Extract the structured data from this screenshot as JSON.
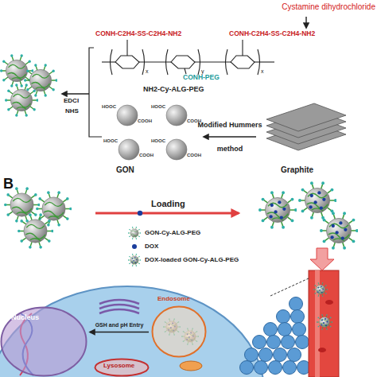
{
  "diagram": {
    "nodes": [
      {
        "text": [
          "Cystamine dihydrochloride"
        ]
      },
      {
        "text": [
          "CONH-C2H4-SS-C2H4-NH2",
          "CONH-C2H4-SS-C2H4-NH2",
          "CONH-PEG",
          "NH2-Cy-ALG-PEG"
        ]
      },
      {
        "text": [
          "GON"
        ]
      },
      {
        "text": [
          "Graphite"
        ]
      },
      {
        "text": [
          "Nucleus"
        ]
      },
      {
        "text": [
          "Endosome"
        ]
      },
      {
        "text": [
          "Lysosome"
        ]
      }
    ],
    "edges": [
      {
        "from": 0,
        "to": 1,
        "arrow": "to"
      },
      {
        "from": 3,
        "to": 2,
        "label": "Modified Hummers method",
        "arrow": "to"
      },
      {
        "from": 5,
        "to": 4,
        "label": "GSH and pH Entry",
        "arrow": "to"
      }
    ],
    "labels": [
      "EDCI",
      "NHS",
      "x",
      "y",
      "x",
      "HOOC",
      "COOH",
      "HOOC",
      "COOH",
      "HOOC",
      "COOH",
      "HOOC",
      "COOH",
      "B",
      "Loading"
    ],
    "legend": [
      {
        "text": "GON-Cy-ALG-PEG"
      },
      {
        "text": "DOX"
      },
      {
        "text": "DOX-loaded GON-Cy-ALG-PEG"
      }
    ]
  }
}
